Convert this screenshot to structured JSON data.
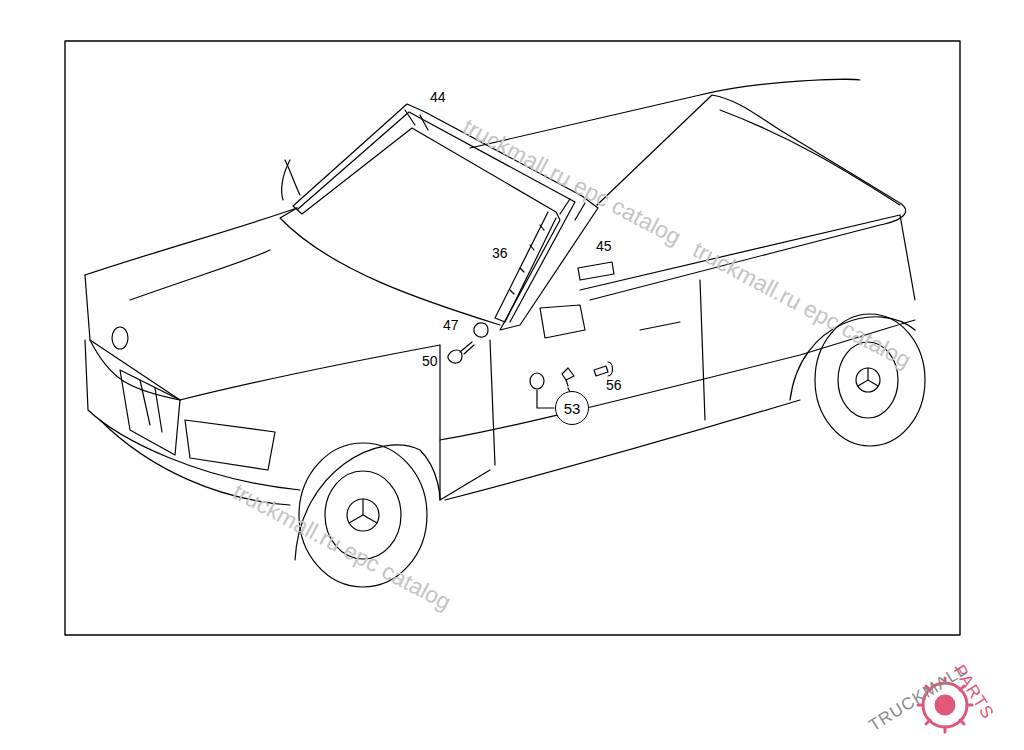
{
  "diagram": {
    "nodes": [
      {
        "text": [
          "53"
        ]
      }
    ],
    "labels": [
      "44",
      "36",
      "45",
      "47",
      "50",
      "56",
      "truckmall.ru epc catalog",
      "truckmall.ru epc catalog",
      "truckmall.ru epc catalog",
      "TRUCKMALL",
      "PARTS"
    ]
  }
}
